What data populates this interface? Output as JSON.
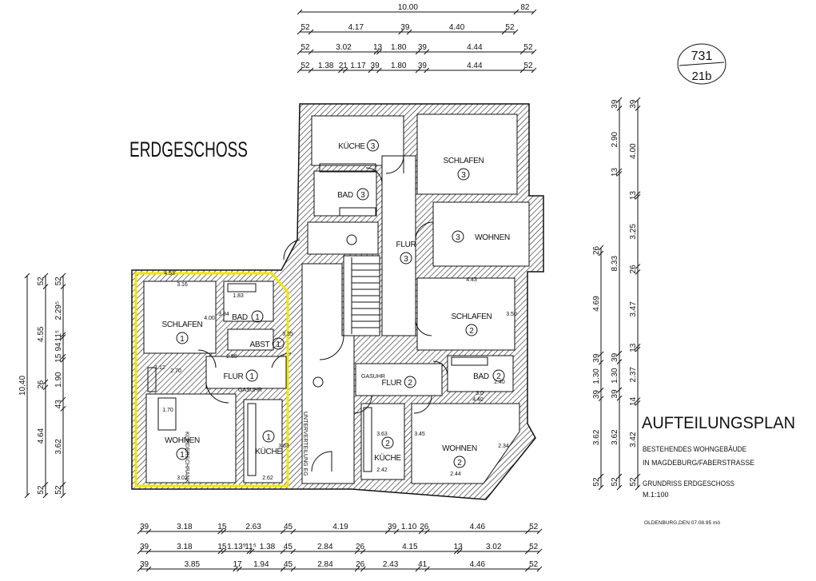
{
  "drawing": {
    "title": "ERDGESCHOSS",
    "stamp": {
      "top": "731",
      "bottom": "21b"
    },
    "plan_title": "AUFTEILUNGSPLAN",
    "description_line1": "BESTEHENDES WOHNGEBÄUDE",
    "description_line2": "IN MAGDEBURG/FABERSTRASSE",
    "sheet_line1": "GRUNDRISS ERDGESCHOSS",
    "sheet_line2": "M.1:100",
    "signature": "OLDENBURG,DEN 07.08.95 mö",
    "highlight_color": "#f2e600"
  },
  "rooms": [
    {
      "label": "KÜCHE",
      "num": "3"
    },
    {
      "label": "SCHLAFEN",
      "num": "3"
    },
    {
      "label": "BAD",
      "num": "3"
    },
    {
      "label": "FLUR",
      "num": "3"
    },
    {
      "label": "WOHNEN",
      "num": "3"
    },
    {
      "label": "SCHLAFEN",
      "num": "2"
    },
    {
      "label": "BAD",
      "num": "2"
    },
    {
      "label": "FLUR",
      "num": "2"
    },
    {
      "label": "KÜCHE",
      "num": "2"
    },
    {
      "label": "WOHNEN",
      "num": "2"
    },
    {
      "label": "SCHLAFEN",
      "num": "1"
    },
    {
      "label": "BAD",
      "num": "1"
    },
    {
      "label": "ABST",
      "num": "1"
    },
    {
      "label": "FLUR",
      "num": "1"
    },
    {
      "label": "WOHNEN",
      "num": "1"
    },
    {
      "label": "KÜCHE",
      "num": "1"
    }
  ],
  "annotations": {
    "gasuhr": "GASUHR",
    "kleiderschrank": "KLEIDERSCHRANK",
    "unterverteilung": "UNTERVERTEILUNG EG",
    "inner_dims": [
      "3.16",
      "4.53",
      "1.83",
      "3.34",
      "4.00",
      "2.59",
      "1.12",
      "2.70",
      "1.70",
      "3.35",
      "3.63",
      "2.62",
      "3.02",
      "4.43",
      "3.50",
      "2.40",
      "3.0",
      "4.40",
      "3.45",
      "3.63",
      "2.42",
      "2.44",
      "2.34"
    ]
  },
  "dimensions": {
    "top": [
      [
        "10.00",
        "82"
      ],
      [
        "52",
        "4.17",
        "39",
        "4.40",
        "52"
      ],
      [
        "52",
        "3.02",
        "13",
        "1.80",
        "39",
        "4.44",
        "52"
      ],
      [
        "52",
        "1.38",
        "21",
        "1.17",
        "39",
        "1.80",
        "39",
        "4.44",
        "52"
      ]
    ],
    "bottom": [
      [
        "39",
        "3.18",
        "15",
        "2.63",
        "45",
        "4.19",
        "39",
        "1.10",
        "26",
        "4.46",
        "52"
      ],
      [
        "39",
        "3.18",
        "15",
        "1.13⁵",
        "11⁵",
        "1.38",
        "45",
        "2.84",
        "26",
        "4.15",
        "13",
        "3.02",
        "52"
      ],
      [
        "39",
        "3.85",
        "17",
        "1.94",
        "45",
        "2.84",
        "26",
        "2.43",
        "41",
        "4.46",
        "52"
      ]
    ],
    "left": [
      [
        "10.40"
      ],
      [
        "52",
        "4.55",
        "26",
        "4.64",
        "52"
      ],
      [
        "52",
        "2.29⁵",
        "11⁵",
        "94",
        "15",
        "1.90",
        "43",
        "3.62",
        "52"
      ]
    ],
    "right": [
      [
        "26",
        "4.69",
        "39",
        "1.30",
        "39",
        "3.62",
        "52"
      ],
      [
        "39",
        "2.90",
        "13",
        "8.33",
        "39",
        "1.30",
        "39",
        "3.62",
        "52"
      ],
      [
        "39",
        "4.00",
        "13",
        "3.25",
        "26",
        "3.47",
        "13",
        "2.37",
        "14",
        "3.42",
        "52"
      ]
    ]
  }
}
